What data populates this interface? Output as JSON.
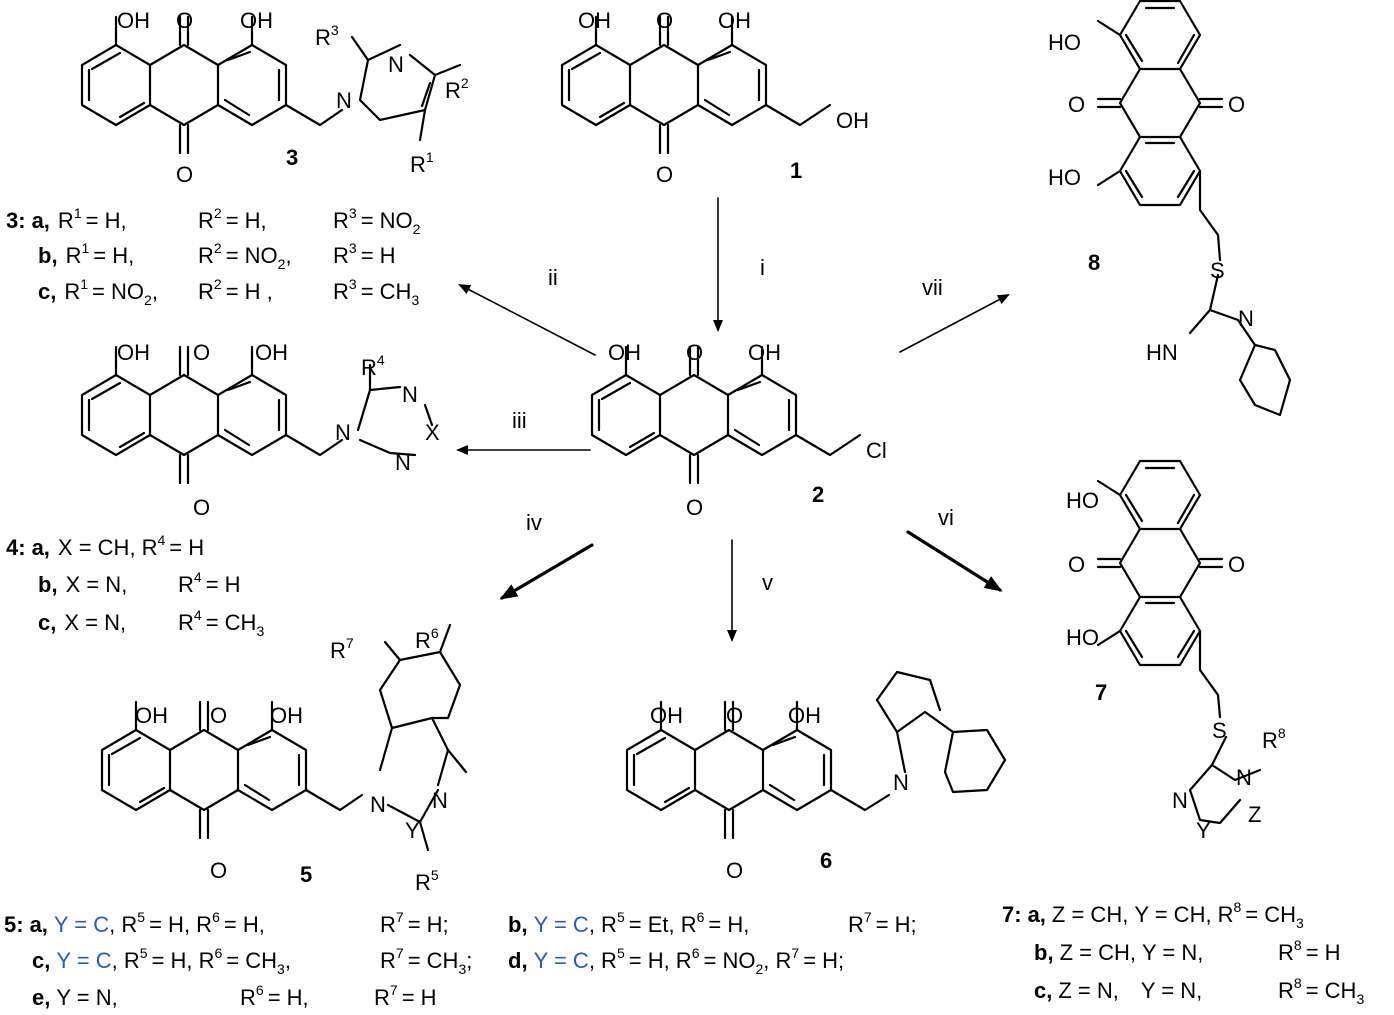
{
  "atoms": {
    "OH": "OH",
    "HO": "HO",
    "O": "O",
    "N": "N",
    "S": "S",
    "Cl": "Cl",
    "X": "X",
    "Y": "Y",
    "Z": "Z",
    "HN": "HN",
    "R": "R",
    "OH_tail": "OH"
  },
  "superscripts": {
    "1": "1",
    "2": "2",
    "3": "3",
    "4": "4",
    "5": "5",
    "6": "6",
    "7": "7",
    "8": "8"
  },
  "compounds": {
    "c1": "1",
    "c2": "2",
    "c3": "3",
    "c4": "4",
    "c5": "5",
    "c6": "6",
    "c7": "7",
    "c8": "8"
  },
  "steps": {
    "i": "i",
    "ii": "ii",
    "iii": "iii",
    "iv": "iv",
    "v": "v",
    "vi": "vi",
    "vii": "vii"
  },
  "legend3": {
    "prefix": "3:",
    "a": {
      "letter": "a,",
      "r1": "= H,",
      "r2": "= H,",
      "r3": "= NO",
      "r3sub": "2"
    },
    "b": {
      "letter": "b,",
      "r1": "= H,",
      "r2": "= NO",
      "r2sub": "2",
      "r2tail": ",",
      "r3": "= H"
    },
    "c": {
      "letter": "c,",
      "r1": "= NO",
      "r1sub": "2",
      "r1tail": ",",
      "r2": "= H ,",
      "r3": "= CH",
      "r3sub": "3"
    }
  },
  "legend4": {
    "prefix": "4:",
    "a": {
      "letter": "a,",
      "x": "X = CH,",
      "r4": "= H"
    },
    "b": {
      "letter": "b,",
      "x": "X = N,",
      "r4": "= H"
    },
    "c": {
      "letter": "c,",
      "x": "X = N,",
      "r4": "= CH",
      "r4sub": "3"
    }
  },
  "legend5": {
    "prefix": "5:",
    "a": {
      "letter": "a,",
      "y": "Y = C",
      "r5": ", R",
      "r5v": "= H, R",
      "r6v": "= H,",
      "r7v": "= H;"
    },
    "b": {
      "letter": "b,",
      "y": "Y = C",
      "r5": ", R",
      "r5v": "= Et, R",
      "r6v": "= H,",
      "r7v": "= H;"
    },
    "c": {
      "letter": "c,",
      "y": "Y = C",
      "r5": ", R",
      "r5v": "= H, R",
      "r6v": "= CH",
      "r6sub": "3",
      "r6tail": ",",
      "r7v": "= CH",
      "r7sub": "3",
      "r7tail": ";"
    },
    "d": {
      "letter": "d,",
      "y": "Y = C",
      "r5": ", R",
      "r5v": "= H,  R",
      "r6v": "= NO",
      "r6sub": "2",
      "r6tail": ", R",
      "r7v": "= H;"
    },
    "e": {
      "letter": "e,",
      "y": "Y = N,",
      "r6v": "= H,",
      "r7v": "= H"
    }
  },
  "legend7": {
    "prefix": "7:",
    "a": {
      "letter": "a,",
      "z": "Z = CH,",
      "y": "Y = CH,",
      "r8": "= CH",
      "r8sub": "3"
    },
    "b": {
      "letter": "b,",
      "z": "Z = CH,",
      "y": "Y = N,",
      "r8": "= H"
    },
    "c": {
      "letter": "c,",
      "z": "Z = N,",
      "y": "Y = N,",
      "r8": "= CH",
      "r8sub": "3"
    }
  },
  "colors": {
    "accent_blue": "#2b57c9",
    "ink": "#000000"
  }
}
